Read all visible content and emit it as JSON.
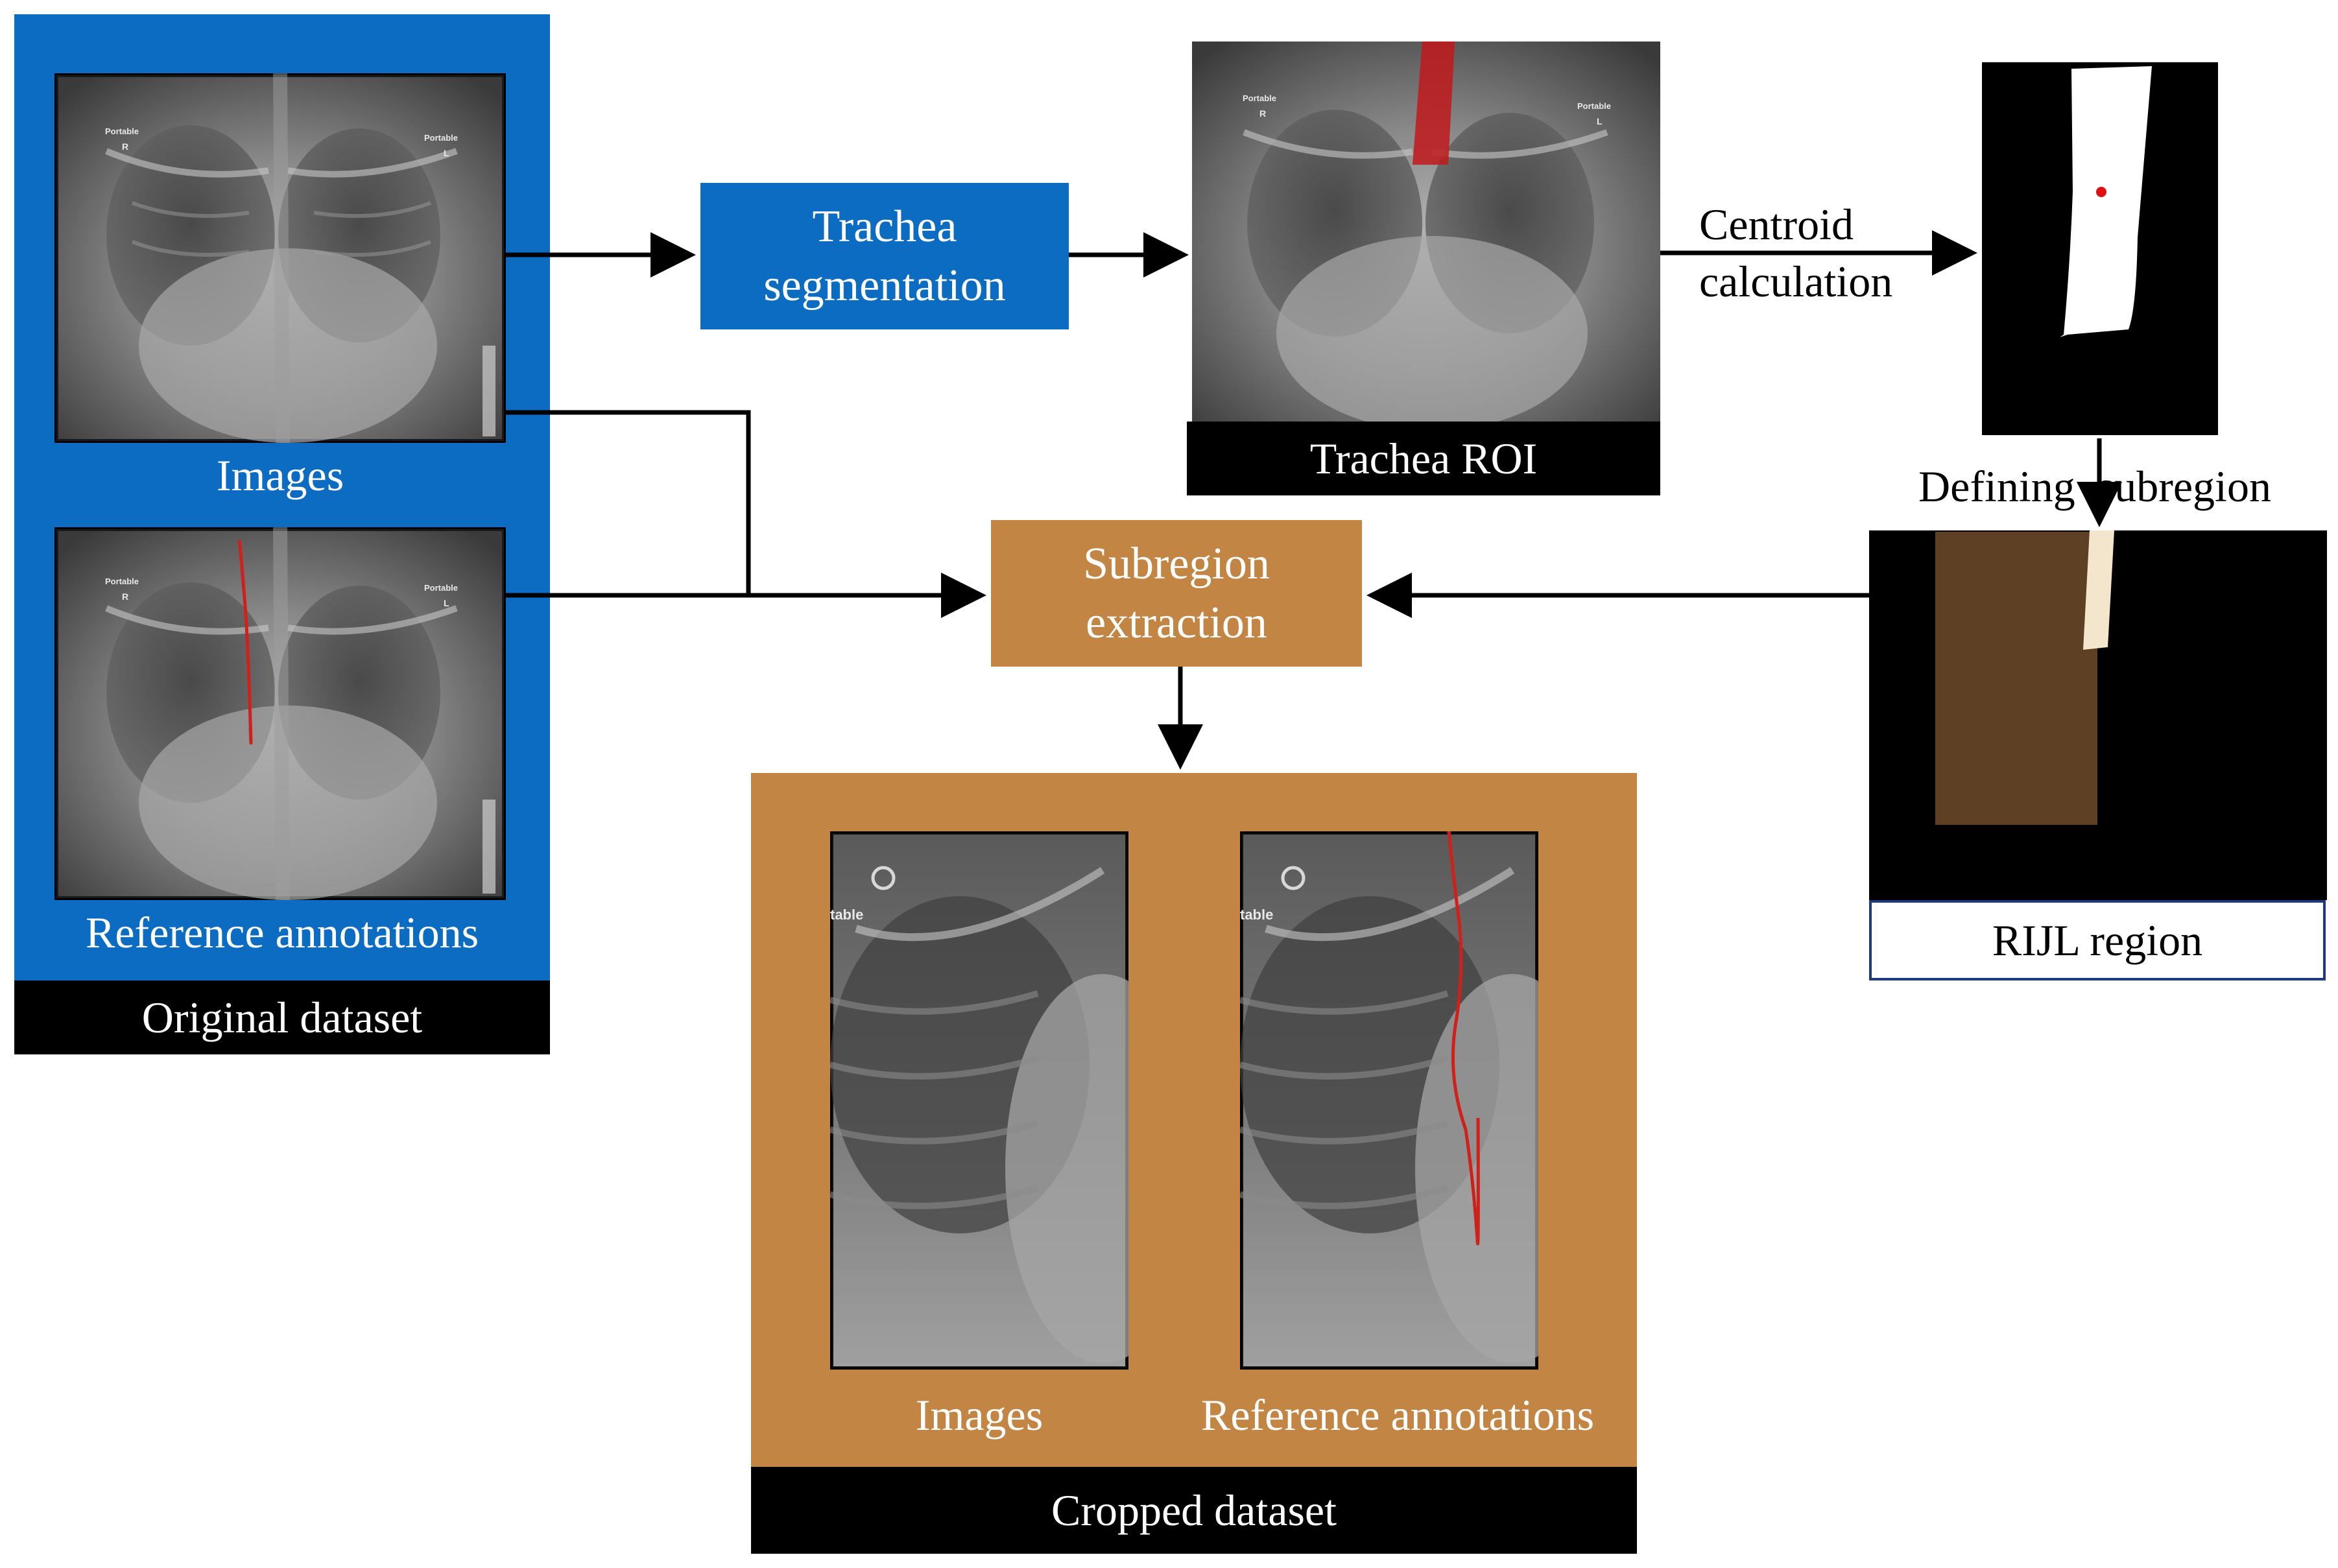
{
  "original_dataset": {
    "images_label": "Images",
    "annotations_label": "Reference annotations",
    "caption": "Original dataset",
    "xray_marker_r": "Portable",
    "xray_marker_r_side": "R",
    "xray_marker_l": "Portable",
    "xray_marker_l_side": "L"
  },
  "steps": {
    "trachea_segmentation": "Trachea segmentation",
    "trachea_roi": "Trachea ROI",
    "centroid_calculation": "Centroid calculation",
    "defining_subregion": "Defining  subregion",
    "rijl_region": "RIJL region",
    "subregion_extraction": "Subregion extraction"
  },
  "cropped_dataset": {
    "images_label": "Images",
    "annotations_label": "Reference annotations",
    "caption": "Cropped dataset",
    "xray_marker": "table"
  },
  "colors": {
    "blue_panel": "#0b6cc2",
    "orange_panel": "#c28544",
    "black_caption": "#000000",
    "annotation_red": "#d0201a",
    "roi_overlay": "#5e4025",
    "arrow": "#000000"
  }
}
